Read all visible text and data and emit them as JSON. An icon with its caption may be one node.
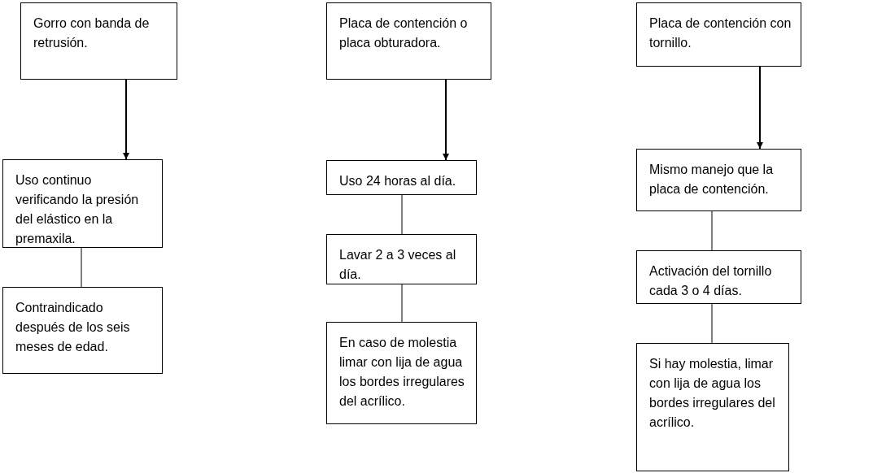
{
  "diagram": {
    "nodes": [
      {
        "text": [
          "Gorro con banda de retrusión."
        ]
      },
      {
        "text": [
          "Uso continuo verificando la presión del elástico en la premaxila."
        ]
      },
      {
        "text": [
          "Contraindicado después de los seis meses de edad."
        ]
      },
      {
        "text": [
          "Placa de contención o placa obturadora."
        ]
      },
      {
        "text": [
          "Uso 24 horas al día."
        ]
      },
      {
        "text": [
          "Lavar 2 a 3 veces al día."
        ]
      },
      {
        "text": [
          "En caso de molestia limar con lija de agua los bordes irregulares del acrílico."
        ]
      },
      {
        "text": [
          "Placa de contención con tornillo."
        ]
      },
      {
        "text": [
          "Mismo manejo que la placa de contención."
        ]
      },
      {
        "text": [
          "Activación del tornillo cada 3 o 4 días."
        ]
      },
      {
        "text": [
          "Si hay molestia, limar con lija de agua los bordes irregulares del acrílico."
        ]
      }
    ],
    "edges": [
      {
        "from": 0,
        "to": 1,
        "arrow": "to"
      },
      {
        "from": 1,
        "to": 2,
        "arrow": "none"
      },
      {
        "from": 3,
        "to": 4,
        "arrow": "to"
      },
      {
        "from": 4,
        "to": 5,
        "arrow": "none"
      },
      {
        "from": 5,
        "to": 6,
        "arrow": "none"
      },
      {
        "from": 7,
        "to": 8,
        "arrow": "to"
      },
      {
        "from": 8,
        "to": 9,
        "arrow": "none"
      },
      {
        "from": 9,
        "to": 10,
        "arrow": "none"
      }
    ]
  }
}
